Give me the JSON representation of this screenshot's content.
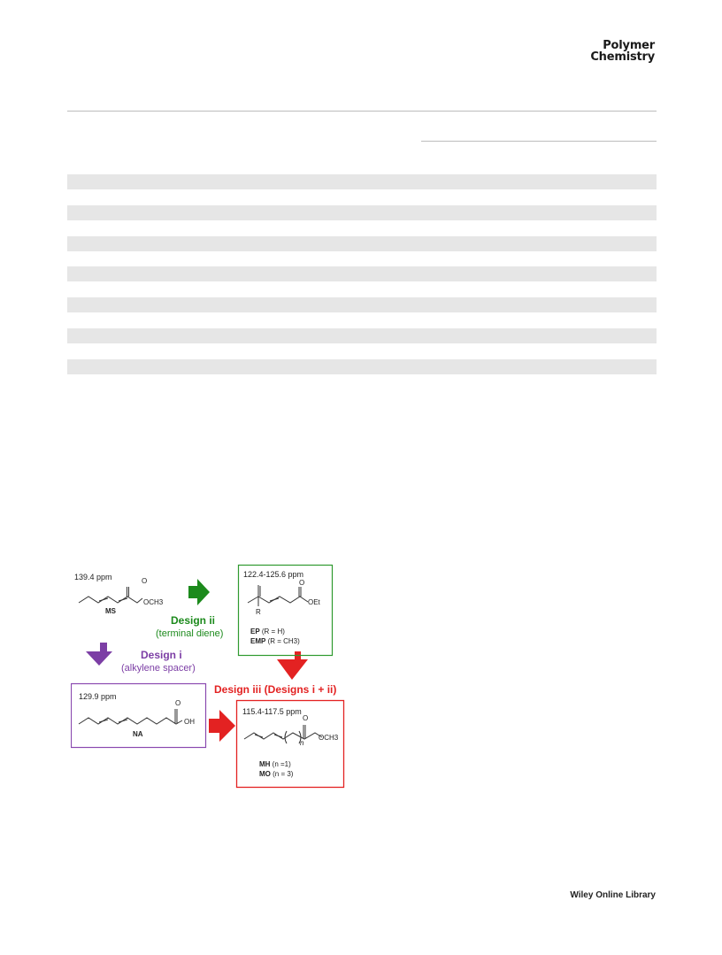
{
  "header": {
    "journal_line1": "Polymer",
    "journal_line2": "Chemistry"
  },
  "table": {
    "shaded_rows": 7
  },
  "scheme": {
    "ms": {
      "ppm": "139.4 ppm",
      "ester": "OCH3",
      "name": "MS"
    },
    "design_ii": {
      "title": "Design ii",
      "subtitle": "(terminal diene)"
    },
    "design_i": {
      "title": "Design i",
      "subtitle": "(alkylene spacer)"
    },
    "design_iii": {
      "title": "Design iii (Designs i + ii)"
    },
    "ep_box": {
      "ppm": "122.4-125.6 ppm",
      "ester": "OEt",
      "substituent": "R",
      "line1_name": "EP",
      "line1_rest": " (R = H)",
      "line2_name": "EMP",
      "line2_rest": " (R = CH3)"
    },
    "na_box": {
      "ppm": "129.9 ppm",
      "acid": "OH",
      "name": "NA"
    },
    "mh_box": {
      "ppm": "115.4-117.5 ppm",
      "ester": "OCH3",
      "index": "n",
      "line1_name": "MH",
      "line1_rest": " (n =1)",
      "line2_name": "MO",
      "line2_rest": " (n = 3)"
    },
    "colors": {
      "green": "#1c8a1c",
      "purple": "#7c3ea5",
      "red": "#e32222"
    }
  },
  "footer": {
    "text": "Wiley Online Library"
  }
}
